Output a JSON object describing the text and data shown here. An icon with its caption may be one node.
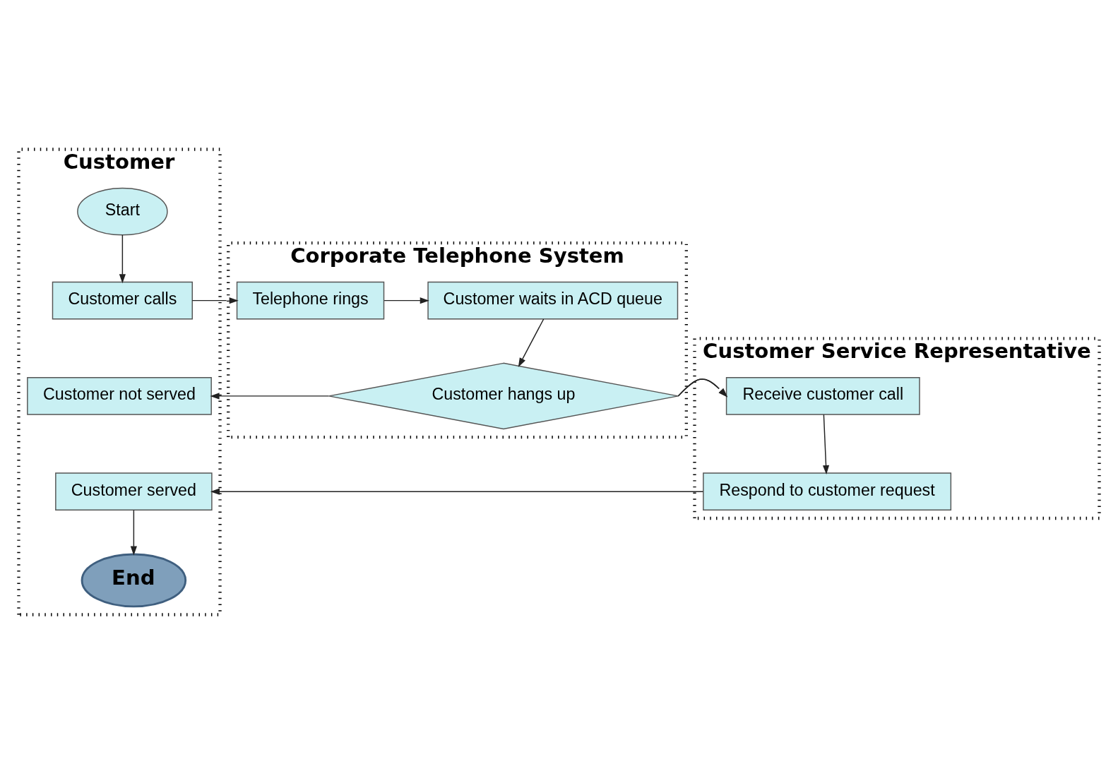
{
  "diagram": {
    "nodes": [
      {
        "text": [
          "Customer"
        ]
      },
      {
        "text": [
          "Corporate Telephone System"
        ]
      },
      {
        "text": [
          "Customer Service Representative"
        ]
      },
      {
        "text": [
          "Start"
        ],
        "in": 0
      },
      {
        "text": [
          "Customer calls"
        ],
        "in": 0
      },
      {
        "text": [
          "Customer not served"
        ],
        "in": 0
      },
      {
        "text": [
          "Customer served"
        ],
        "in": 0
      },
      {
        "text": [
          "End"
        ],
        "in": 0
      },
      {
        "text": [
          "Telephone rings"
        ],
        "in": 1
      },
      {
        "text": [
          "Customer waits in ACD queue"
        ],
        "in": 1
      },
      {
        "text": [
          "Customer hangs up"
        ],
        "in": 1
      },
      {
        "text": [
          "Receive customer call"
        ],
        "in": 2
      },
      {
        "text": [
          "Respond to customer request"
        ],
        "in": 2
      }
    ],
    "edges": [
      {
        "from": 3,
        "to": 4,
        "arrow": "to"
      },
      {
        "from": 4,
        "to": 8,
        "arrow": "to"
      },
      {
        "from": 8,
        "to": 9,
        "arrow": "to"
      },
      {
        "from": 9,
        "to": 10,
        "arrow": "to"
      },
      {
        "from": 10,
        "to": 5,
        "arrow": "to"
      },
      {
        "from": 10,
        "to": 11,
        "arrow": "to"
      },
      {
        "from": 11,
        "to": 12,
        "arrow": "to"
      },
      {
        "from": 12,
        "to": 6,
        "arrow": "to"
      },
      {
        "from": 6,
        "to": 7,
        "arrow": "to"
      }
    ]
  }
}
